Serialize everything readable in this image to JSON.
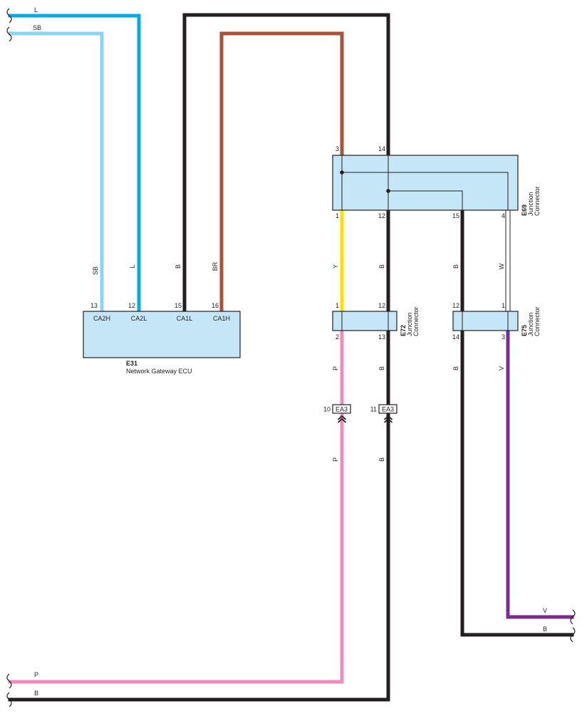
{
  "colors": {
    "L": "#0aa8e6",
    "SB": "#8dd4f2",
    "B": "#231f20",
    "BR": "#a8533a",
    "Y": "#ffe100",
    "P": "#f28bbd",
    "W": "#ffffff",
    "V": "#7a2d8f",
    "component_fill": "#c5e6f7"
  },
  "left_edge_labels": {
    "L": "L",
    "SB": "SB",
    "P": "P",
    "B": "B"
  },
  "right_edge_labels": {
    "V": "V",
    "B": "B"
  },
  "wire_labels": {
    "sb": "SB",
    "l": "L",
    "b_ecu": "B",
    "br": "BR",
    "y": "Y",
    "b_e69_e72": "B",
    "b_e69_e75": "B",
    "w": "W",
    "p_upper": "P",
    "b_upper": "B",
    "b_e75": "B",
    "v": "V",
    "p_lower": "P",
    "b_lower": "B"
  },
  "ecu": {
    "code": "E31",
    "name": "Network Gateway ECU",
    "pins": [
      {
        "num": "13",
        "name": "CA2H"
      },
      {
        "num": "12",
        "name": "CA2L"
      },
      {
        "num": "15",
        "name": "CA1L"
      },
      {
        "num": "16",
        "name": "CA1H"
      }
    ]
  },
  "e69": {
    "code": "E69",
    "desc": [
      "Junction",
      "Connector"
    ],
    "top_pins": [
      "3",
      "14"
    ],
    "bottom_pins": [
      "1",
      "12",
      "15",
      "4"
    ]
  },
  "e72": {
    "code": "E72",
    "desc": [
      "Junction",
      "Connector"
    ],
    "top_pins": [
      "1",
      "12"
    ],
    "bottom_pins": [
      "2",
      "13"
    ]
  },
  "e75": {
    "code": "E75",
    "desc": [
      "Junction",
      "Connector"
    ],
    "top_pins": [
      "12",
      "1"
    ],
    "bottom_pins": [
      "14",
      "3"
    ]
  },
  "ea3": {
    "label": "EA3",
    "pins": [
      "10",
      "11"
    ]
  }
}
